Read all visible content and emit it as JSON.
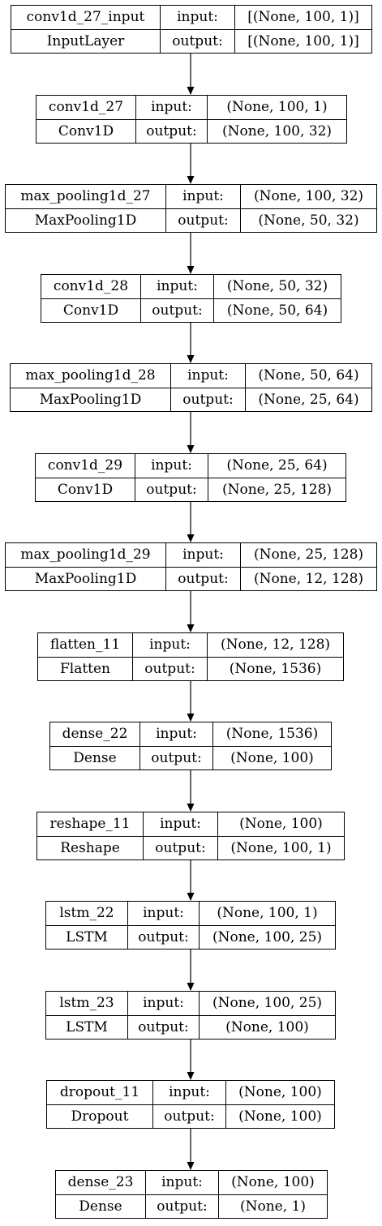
{
  "diagram": {
    "io_labels": {
      "input": "input:",
      "output": "output:"
    },
    "layers": [
      {
        "name": "conv1d_27_input",
        "type": "InputLayer",
        "input_shape": "[(None, 100, 1)]",
        "output_shape": "[(None, 100, 1)]"
      },
      {
        "name": "conv1d_27",
        "type": "Conv1D",
        "input_shape": "(None, 100, 1)",
        "output_shape": "(None, 100, 32)"
      },
      {
        "name": "max_pooling1d_27",
        "type": "MaxPooling1D",
        "input_shape": "(None, 100, 32)",
        "output_shape": "(None, 50, 32)"
      },
      {
        "name": "conv1d_28",
        "type": "Conv1D",
        "input_shape": "(None, 50, 32)",
        "output_shape": "(None, 50, 64)"
      },
      {
        "name": "max_pooling1d_28",
        "type": "MaxPooling1D",
        "input_shape": "(None, 50, 64)",
        "output_shape": "(None, 25, 64)"
      },
      {
        "name": "conv1d_29",
        "type": "Conv1D",
        "input_shape": "(None, 25, 64)",
        "output_shape": "(None, 25, 128)"
      },
      {
        "name": "max_pooling1d_29",
        "type": "MaxPooling1D",
        "input_shape": "(None, 25, 128)",
        "output_shape": "(None, 12, 128)"
      },
      {
        "name": "flatten_11",
        "type": "Flatten",
        "input_shape": "(None, 12, 128)",
        "output_shape": "(None, 1536)"
      },
      {
        "name": "dense_22",
        "type": "Dense",
        "input_shape": "(None, 1536)",
        "output_shape": "(None, 100)"
      },
      {
        "name": "reshape_11",
        "type": "Reshape",
        "input_shape": "(None, 100)",
        "output_shape": "(None, 100, 1)"
      },
      {
        "name": "lstm_22",
        "type": "LSTM",
        "input_shape": "(None, 100, 1)",
        "output_shape": "(None, 100, 25)"
      },
      {
        "name": "lstm_23",
        "type": "LSTM",
        "input_shape": "(None, 100, 25)",
        "output_shape": "(None, 100)"
      },
      {
        "name": "dropout_11",
        "type": "Dropout",
        "input_shape": "(None, 100)",
        "output_shape": "(None, 100)"
      },
      {
        "name": "dense_23",
        "type": "Dense",
        "input_shape": "(None, 100)",
        "output_shape": "(None, 1)"
      }
    ]
  }
}
